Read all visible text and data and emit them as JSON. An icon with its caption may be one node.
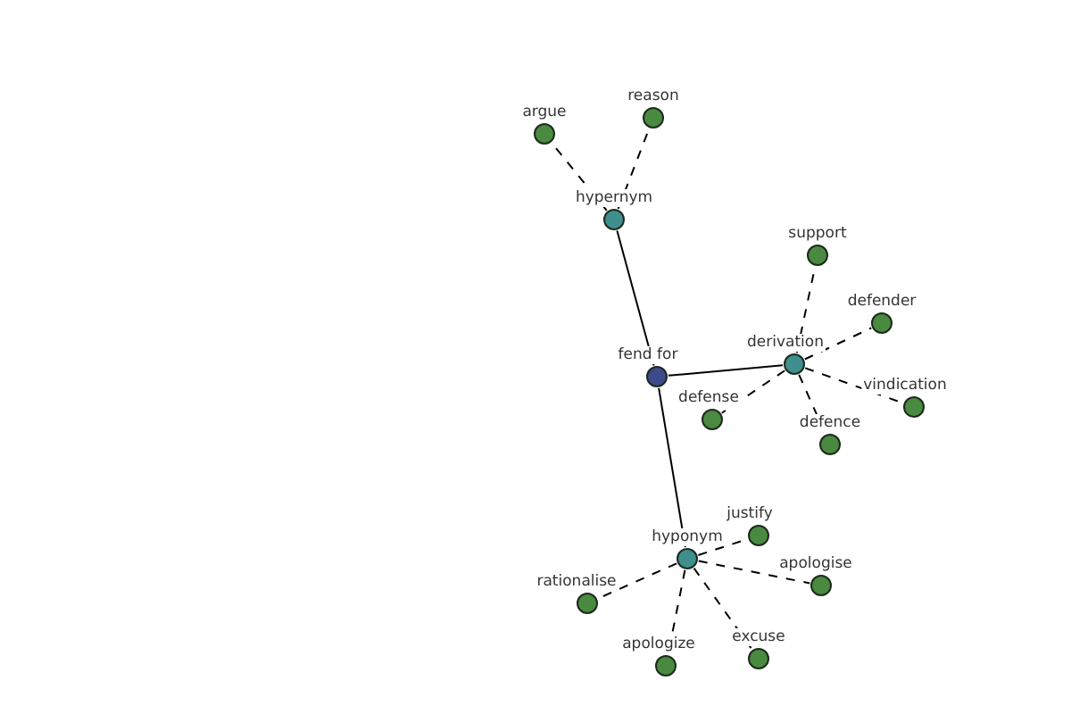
{
  "diagram": {
    "nodes": [
      {
        "text": [
          "fend for"
        ]
      },
      {
        "text": [
          "hypernym"
        ]
      },
      {
        "text": [
          "argue"
        ]
      },
      {
        "text": [
          "reason"
        ]
      },
      {
        "text": [
          "derivation"
        ]
      },
      {
        "text": [
          "support"
        ]
      },
      {
        "text": [
          "defender"
        ]
      },
      {
        "text": [
          "vindication"
        ]
      },
      {
        "text": [
          "defence"
        ]
      },
      {
        "text": [
          "defense"
        ]
      },
      {
        "text": [
          "hyponym"
        ]
      },
      {
        "text": [
          "justify"
        ]
      },
      {
        "text": [
          "apologise"
        ]
      },
      {
        "text": [
          "excuse"
        ]
      },
      {
        "text": [
          "apologize"
        ]
      },
      {
        "text": [
          "rationalise"
        ]
      }
    ],
    "edges": [
      {
        "from": 0,
        "to": 1,
        "arrow": "none"
      },
      {
        "from": 0,
        "to": 4,
        "arrow": "none"
      },
      {
        "from": 0,
        "to": 10,
        "arrow": "none"
      },
      {
        "from": 1,
        "to": 2,
        "arrow": "none",
        "style": "dashed"
      },
      {
        "from": 1,
        "to": 3,
        "arrow": "none",
        "style": "dashed"
      },
      {
        "from": 4,
        "to": 5,
        "arrow": "none",
        "style": "dashed"
      },
      {
        "from": 4,
        "to": 6,
        "arrow": "none",
        "style": "dashed"
      },
      {
        "from": 4,
        "to": 7,
        "arrow": "none",
        "style": "dashed"
      },
      {
        "from": 4,
        "to": 8,
        "arrow": "none",
        "style": "dashed"
      },
      {
        "from": 4,
        "to": 9,
        "arrow": "none",
        "style": "dashed"
      },
      {
        "from": 10,
        "to": 11,
        "arrow": "none",
        "style": "dashed"
      },
      {
        "from": 10,
        "to": 12,
        "arrow": "none",
        "style": "dashed"
      },
      {
        "from": 10,
        "to": 13,
        "arrow": "none",
        "style": "dashed"
      },
      {
        "from": 10,
        "to": 14,
        "arrow": "none",
        "style": "dashed"
      },
      {
        "from": 10,
        "to": 15,
        "arrow": "none",
        "style": "dashed"
      }
    ]
  }
}
